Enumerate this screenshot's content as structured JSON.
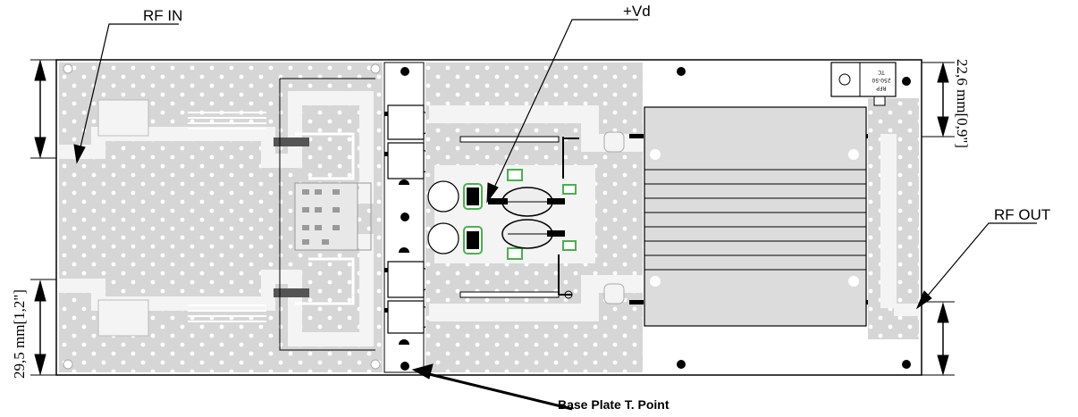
{
  "labels": {
    "rf_in": "RF IN",
    "rf_out": "RF OUT",
    "vd": "+Vd",
    "base_plate": "Base Plate T. Point",
    "dim_left": "29,5 mm[1,2\"]",
    "dim_right": "22,6 mm[0,9\"]",
    "chip_label_1": "RFP",
    "chip_label_2": "250-50",
    "chip_label_3": "TC"
  },
  "colors": {
    "pcb_fill": "#d6d6d6",
    "trace_fill": "#f2f2f2",
    "outline": "#000000",
    "component_green": "#4caf50",
    "heatsink_fill": "#dcdcdc"
  }
}
